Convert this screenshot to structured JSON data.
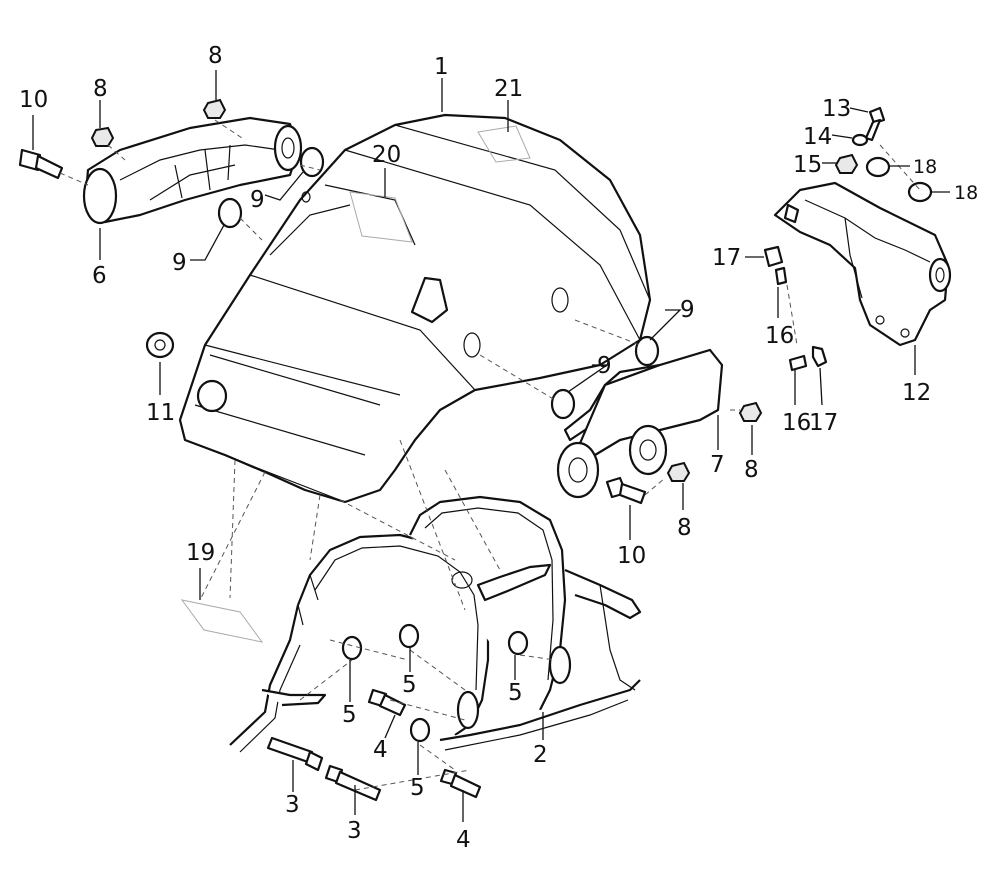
{
  "diagram": {
    "callouts": [
      {
        "id": "c1",
        "text": "1"
      },
      {
        "id": "c2",
        "text": "2"
      },
      {
        "id": "c3a",
        "text": "3"
      },
      {
        "id": "c3b",
        "text": "3"
      },
      {
        "id": "c4a",
        "text": "4"
      },
      {
        "id": "c4b",
        "text": "4"
      },
      {
        "id": "c5a",
        "text": "5"
      },
      {
        "id": "c5b",
        "text": "5"
      },
      {
        "id": "c5c",
        "text": "5"
      },
      {
        "id": "c5d",
        "text": "5"
      },
      {
        "id": "c6",
        "text": "6"
      },
      {
        "id": "c7",
        "text": "7"
      },
      {
        "id": "c8a",
        "text": "8"
      },
      {
        "id": "c8b",
        "text": "8"
      },
      {
        "id": "c8c",
        "text": "8"
      },
      {
        "id": "c8d",
        "text": "8"
      },
      {
        "id": "c9a",
        "text": "9"
      },
      {
        "id": "c9b",
        "text": "9"
      },
      {
        "id": "c9c",
        "text": "9"
      },
      {
        "id": "c9d",
        "text": "9"
      },
      {
        "id": "c10a",
        "text": "10"
      },
      {
        "id": "c10b",
        "text": "10"
      },
      {
        "id": "c11",
        "text": "11"
      },
      {
        "id": "c12",
        "text": "12"
      },
      {
        "id": "c13",
        "text": "13"
      },
      {
        "id": "c14",
        "text": "14"
      },
      {
        "id": "c15",
        "text": "15"
      },
      {
        "id": "c16a",
        "text": "16"
      },
      {
        "id": "c16b",
        "text": "16"
      },
      {
        "id": "c17a",
        "text": "17"
      },
      {
        "id": "c17b",
        "text": "17"
      },
      {
        "id": "c18a",
        "text": "18"
      },
      {
        "id": "c18b",
        "text": "18"
      },
      {
        "id": "c19",
        "text": "19"
      },
      {
        "id": "c20",
        "text": "20"
      },
      {
        "id": "c21",
        "text": "21"
      }
    ]
  }
}
